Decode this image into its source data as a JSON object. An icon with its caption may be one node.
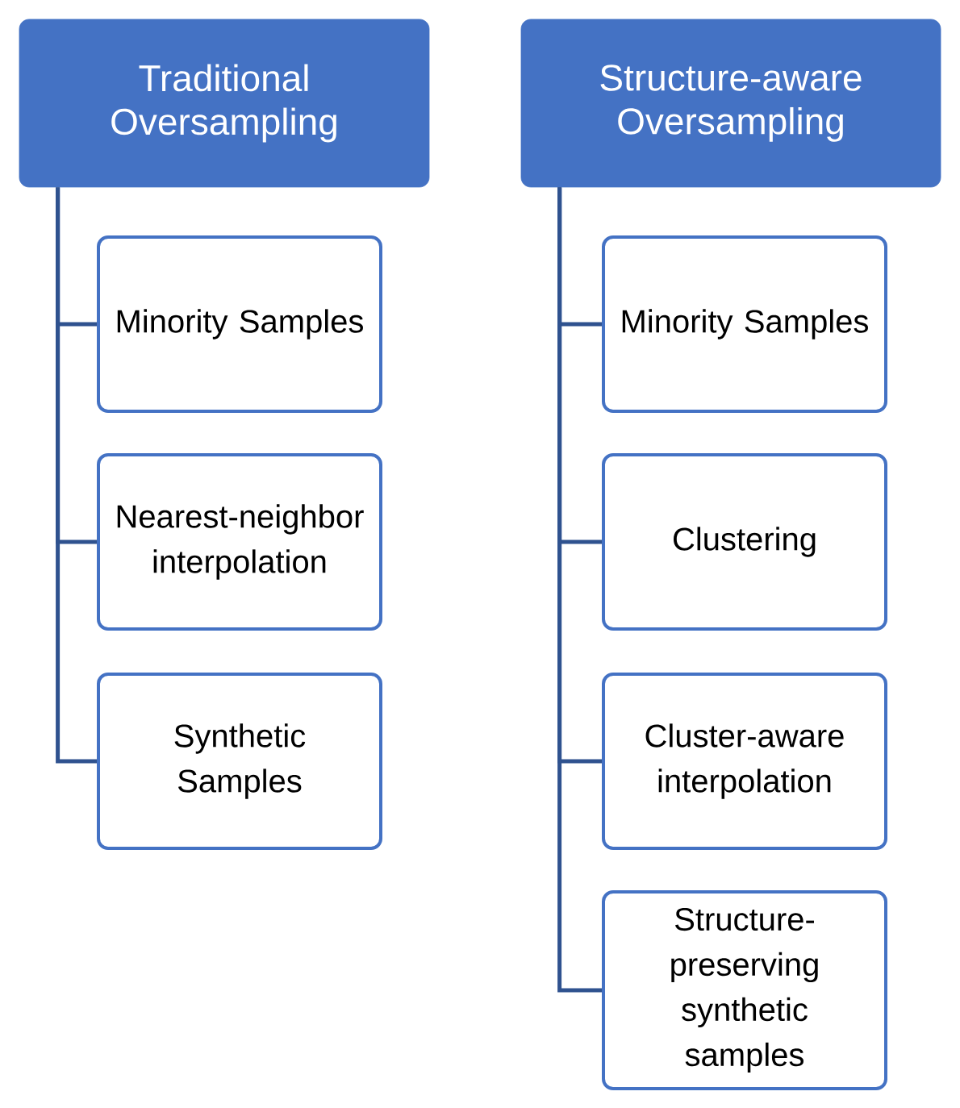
{
  "diagram": {
    "nodes": [
      {
        "text": [
          "Traditional Oversampling"
        ]
      },
      {
        "text": [
          "Minority Samples"
        ]
      },
      {
        "text": [
          "Nearest-neighbor interpolation"
        ]
      },
      {
        "text": [
          "Synthetic Samples"
        ]
      },
      {
        "text": [
          "Structure-aware Oversampling"
        ]
      },
      {
        "text": [
          "Minority Samples"
        ]
      },
      {
        "text": [
          "Clustering"
        ]
      },
      {
        "text": [
          "Cluster-aware interpolation"
        ]
      },
      {
        "text": [
          "Structure-preserving synthetic samples"
        ]
      }
    ],
    "edges": [
      {
        "from": 0,
        "to": 1,
        "arrow": "none"
      },
      {
        "from": 0,
        "to": 2,
        "arrow": "none"
      },
      {
        "from": 0,
        "to": 3,
        "arrow": "none"
      },
      {
        "from": 4,
        "to": 5,
        "arrow": "none"
      },
      {
        "from": 4,
        "to": 6,
        "arrow": "none"
      },
      {
        "from": 4,
        "to": 7,
        "arrow": "none"
      },
      {
        "from": 4,
        "to": 8,
        "arrow": "none"
      }
    ]
  }
}
